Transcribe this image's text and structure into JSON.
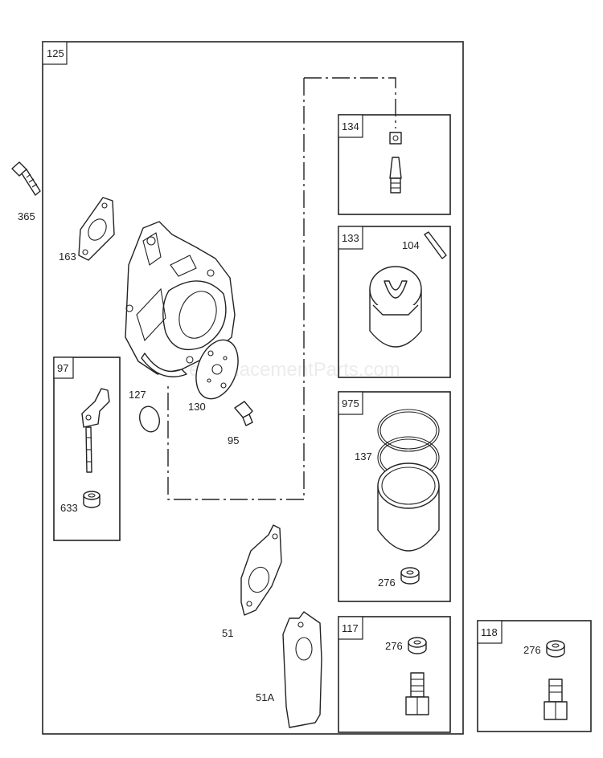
{
  "watermark": "eReplacementParts.com",
  "kits": {
    "k125": "125",
    "k97": "97",
    "k134": "134",
    "k133": "133",
    "k975": "975",
    "k117": "117",
    "k118": "118"
  },
  "parts": {
    "p365": "365",
    "p163": "163",
    "p127": "127",
    "p130": "130",
    "p95": "95",
    "p633": "633",
    "p104": "104",
    "p137": "137",
    "p276_975": "276",
    "p276_117": "276",
    "p276_118": "276",
    "p51": "51",
    "p51A": "51A"
  }
}
